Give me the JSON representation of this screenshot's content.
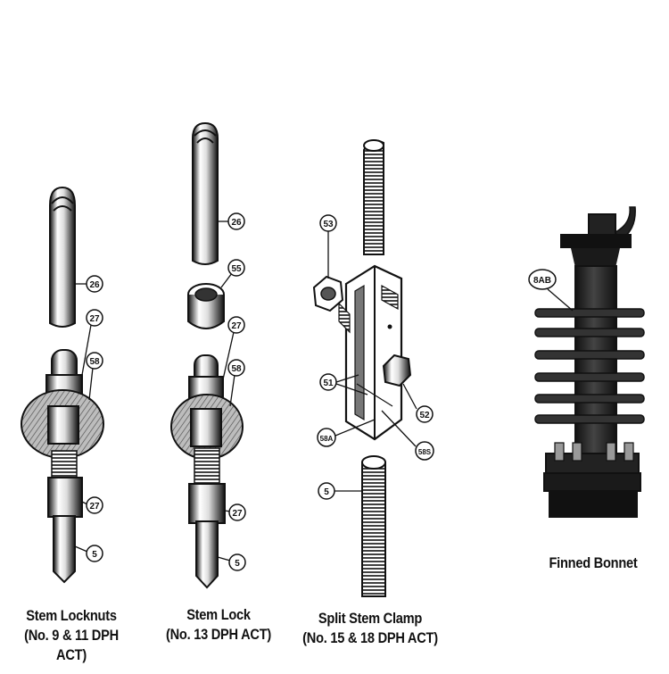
{
  "assemblies": [
    {
      "title": "Stem Locknuts",
      "subtitle": "(No. 9 & 11 DPH ACT)"
    },
    {
      "title": "Stem Lock",
      "subtitle": "(No. 13 DPH ACT)"
    },
    {
      "title": "Split Stem Clamp",
      "subtitle": "(No. 15 & 18 DPH ACT)"
    },
    {
      "title": "Finned Bonnet",
      "subtitle": ""
    }
  ],
  "callouts": {
    "locknuts": [
      "26",
      "27",
      "58",
      "27",
      "5"
    ],
    "stem_lock": [
      "26",
      "55",
      "27",
      "58",
      "27",
      "5"
    ],
    "split_clamp": [
      "53",
      "51",
      "52",
      "58A",
      "58S",
      "5"
    ],
    "bonnet": [
      "8AB"
    ]
  },
  "colors": {
    "ink": "#111111",
    "paper": "#ffffff",
    "shade": "#8a8a8a"
  }
}
